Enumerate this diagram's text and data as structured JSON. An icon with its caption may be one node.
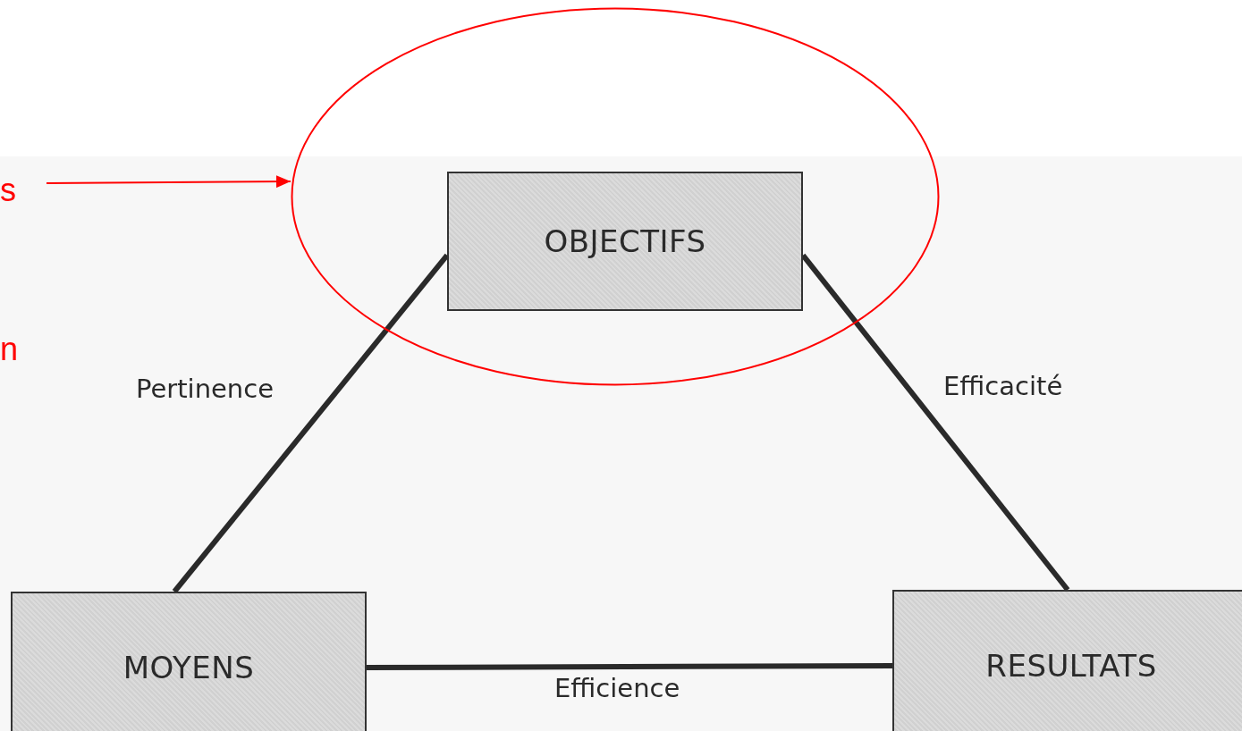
{
  "diagram": {
    "nodes": [
      {
        "text": [],
        "shape": "ellipse"
      },
      {
        "text": [
          "OBJECTIFS"
        ],
        "in": 0
      },
      {
        "text": [
          "MOYENS"
        ]
      },
      {
        "text": [
          "RESULTATS"
        ]
      }
    ],
    "edges": [
      {
        "from": 1,
        "to": 2,
        "arrow": "none",
        "label": "Pertinence"
      },
      {
        "from": 1,
        "to": 3,
        "arrow": "none",
        "label": "Efficacité"
      },
      {
        "from": 2,
        "to": 3,
        "arrow": "none",
        "label": "Efficience"
      },
      {
        "from": null,
        "to": 0,
        "arrow": "to",
        "color": "#ff0000"
      }
    ],
    "labels": [
      "s",
      "n"
    ]
  }
}
